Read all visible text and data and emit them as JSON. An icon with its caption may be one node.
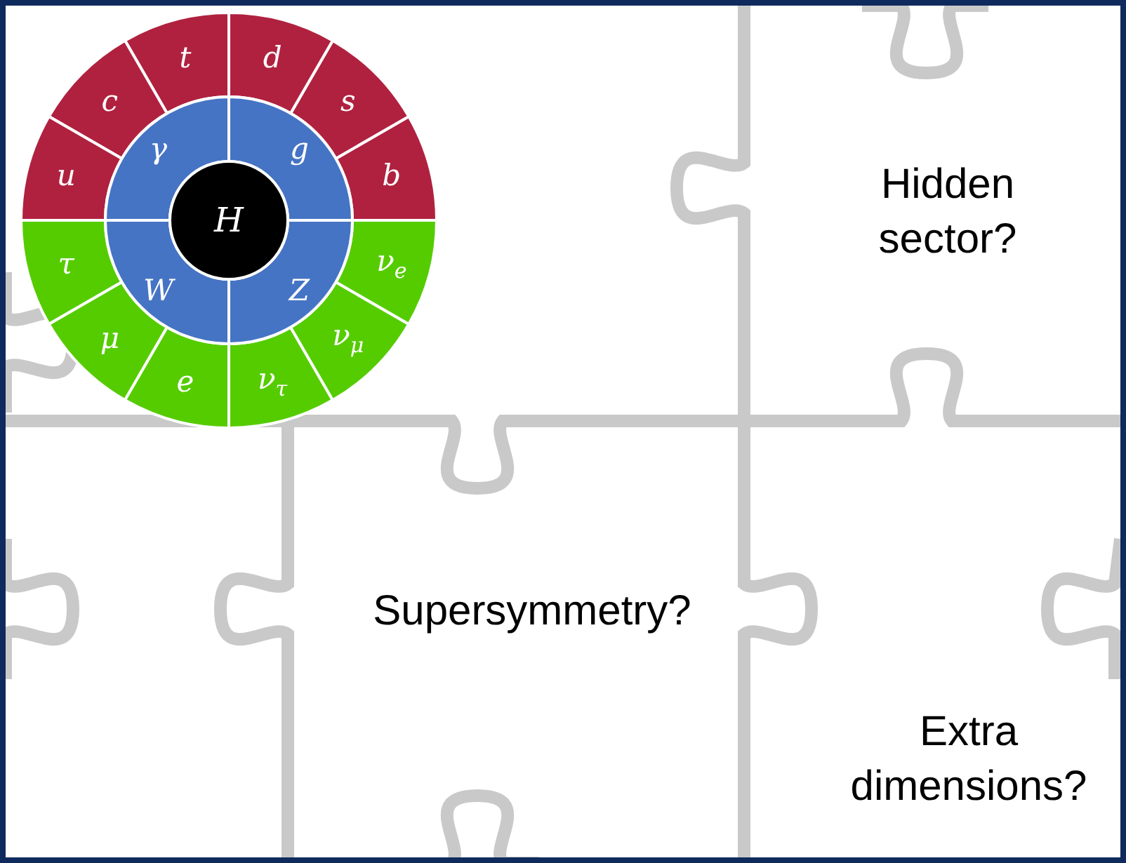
{
  "diagram": {
    "nodes": [
      {
        "text": [
          "b"
        ]
      },
      {
        "text": [
          "s"
        ]
      },
      {
        "text": [
          "d"
        ]
      },
      {
        "text": [
          "t"
        ]
      },
      {
        "text": [
          "c"
        ]
      },
      {
        "text": [
          "u"
        ]
      },
      {
        "text": [
          "τ"
        ]
      },
      {
        "text": [
          "μ"
        ]
      },
      {
        "text": [
          "e"
        ]
      },
      {
        "text": [
          "ν$_{τ}$"
        ]
      },
      {
        "text": [
          "ν$_{μ}$"
        ]
      },
      {
        "text": [
          "ν$_{e}$"
        ]
      },
      {
        "text": [
          "g"
        ]
      },
      {
        "text": [
          "γ"
        ]
      },
      {
        "text": [
          "W"
        ]
      },
      {
        "text": [
          "Z"
        ]
      },
      {
        "text": [
          "H"
        ]
      }
    ],
    "labels": [
      "Hidden sector?",
      "Supersymmetry?",
      "Extra dimensions?"
    ]
  }
}
